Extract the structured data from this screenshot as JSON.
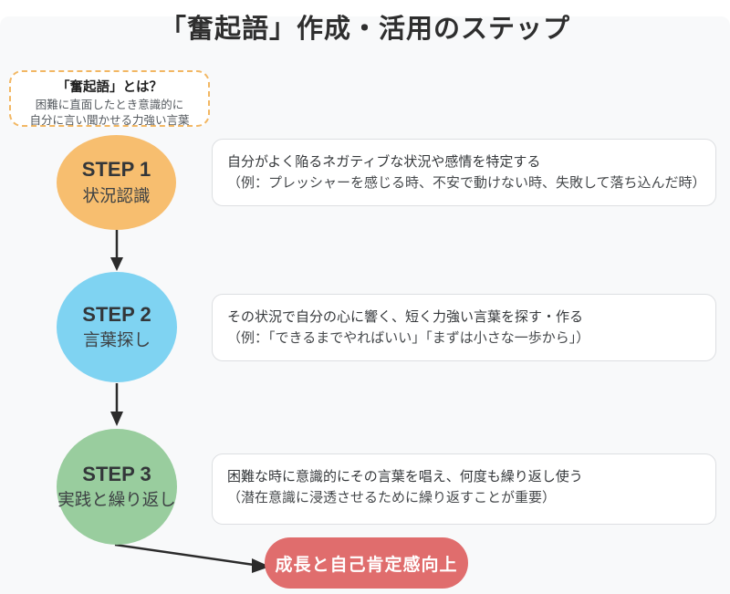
{
  "title": "「奮起語」作成・活用のステップ",
  "definition_box": {
    "heading": "「奮起語」とは？",
    "line1": "困難に直面したとき意識的に",
    "line2": "自分に言い聞かせる力強い言葉"
  },
  "steps": [
    {
      "label": "STEP 1",
      "name": "状況認識",
      "color": "#f7be6f",
      "desc_line1": "自分がよく陥るネガティブな状況や感情を特定する",
      "desc_line2": "（例：プレッシャーを感じる時、不安で動けない時、失敗して落ち込んだ時）"
    },
    {
      "label": "STEP 2",
      "name": "言葉探し",
      "color": "#7fd3f2",
      "desc_line1": "その状況で自分の心に響く、短く力強い言葉を探す・作る",
      "desc_line2": "（例：「できるまでやればいい」「まずは小さな一歩から」）"
    },
    {
      "label": "STEP 3",
      "name": "実践と繰り返し",
      "color": "#99cd9e",
      "desc_line1": "困難な時に意識的にその言葉を唱え、何度も繰り返し使う",
      "desc_line2": "（潜在意識に浸透させるために繰り返すことが重要）"
    }
  ],
  "outcome": {
    "label": "成長と自己肯定感向上",
    "color": "#e06d6d"
  },
  "colors": {
    "background_panel": "#f8f9fa",
    "dashed_border": "#f2b763",
    "arrow": "#2b2b2b"
  }
}
